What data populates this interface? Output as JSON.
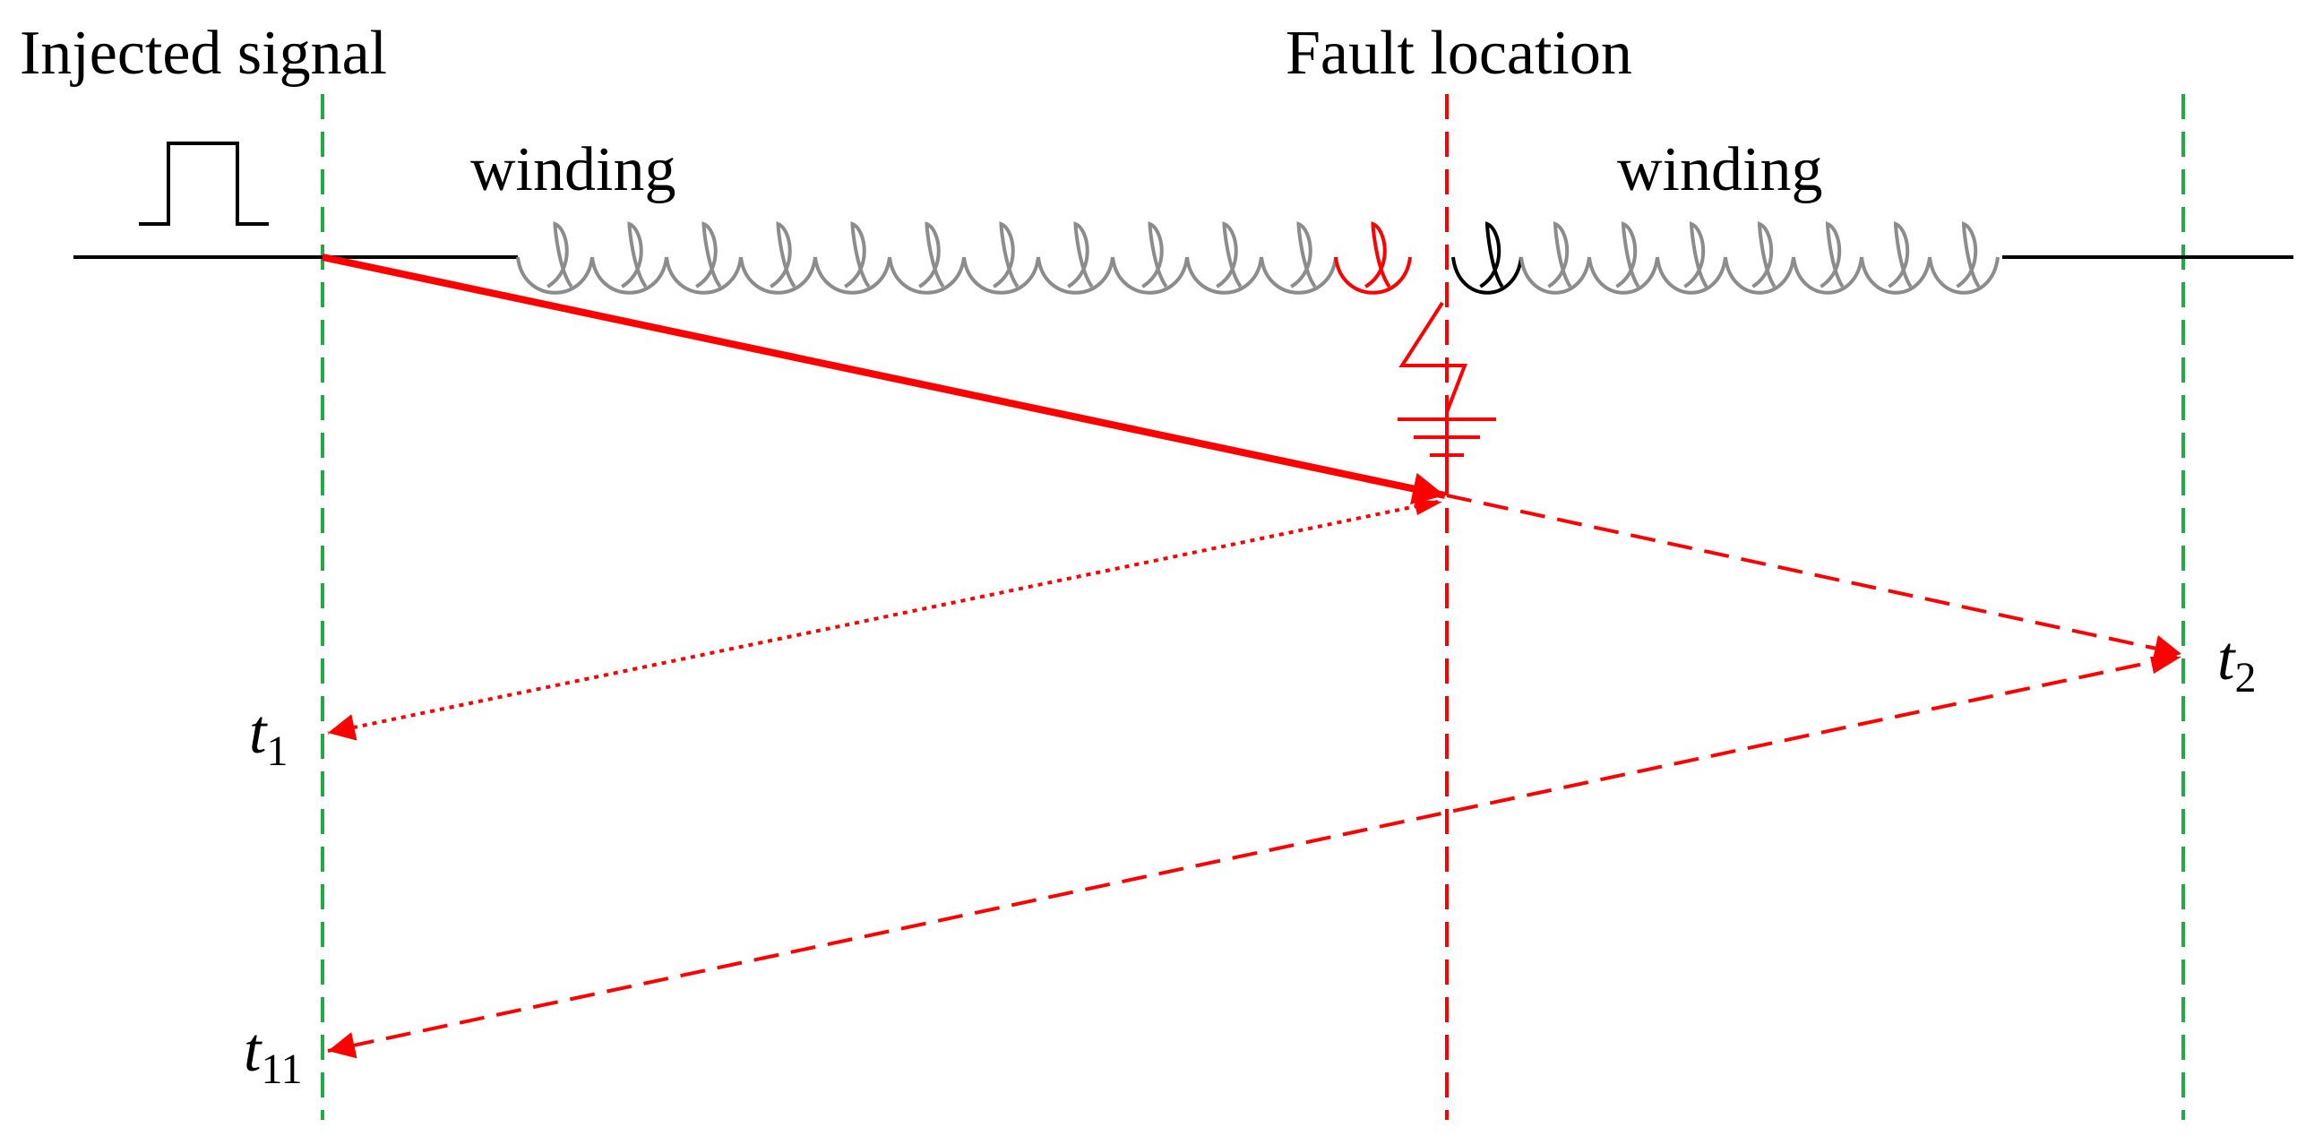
{
  "labels": {
    "injected_signal": "Injected signal",
    "fault_location": "Fault location",
    "winding_left": "winding",
    "winding_right": "winding"
  },
  "time_marks": {
    "t1": {
      "base": "t",
      "sub": "1"
    },
    "t2": {
      "base": "t",
      "sub": "2"
    },
    "t11": {
      "base": "t",
      "sub": "11"
    }
  },
  "colors": {
    "line": "#000000",
    "winding": "#8c8c8c",
    "signal": "#ff0000",
    "boundary": "#22aa44",
    "fault_marker": "#ff0000"
  },
  "icons": {
    "pulse": "rectangular-pulse-icon",
    "ground": "ground-symbol-icon",
    "fault": "lightning-fault-icon"
  }
}
